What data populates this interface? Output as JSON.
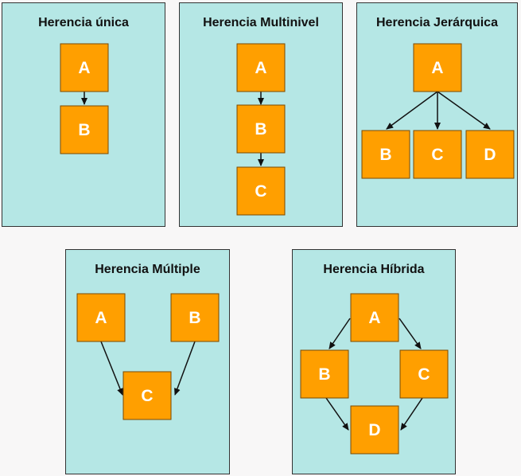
{
  "colors": {
    "panel_fill": "#b5e7e5",
    "node_fill": "#ff9f00",
    "node_stroke": "#7a4a00",
    "edge": "#111111",
    "background": "#f8f7f7"
  },
  "panels": {
    "single": {
      "title": "Herencia única",
      "nodes": {
        "a": "A",
        "b": "B"
      },
      "edges": [
        [
          "A",
          "B"
        ]
      ]
    },
    "multilevel": {
      "title": "Herencia Multinivel",
      "nodes": {
        "a": "A",
        "b": "B",
        "c": "C"
      },
      "edges": [
        [
          "A",
          "B"
        ],
        [
          "B",
          "C"
        ]
      ]
    },
    "hierarchical": {
      "title": "Herencia Jerárquica",
      "nodes": {
        "a": "A",
        "b": "B",
        "c": "C",
        "d": "D"
      },
      "edges": [
        [
          "A",
          "B"
        ],
        [
          "A",
          "C"
        ],
        [
          "A",
          "D"
        ]
      ]
    },
    "multiple": {
      "title": "Herencia Múltiple",
      "nodes": {
        "a": "A",
        "b": "B",
        "c": "C"
      },
      "edges": [
        [
          "A",
          "C"
        ],
        [
          "B",
          "C"
        ]
      ]
    },
    "hybrid": {
      "title": "Herencia Híbrida",
      "nodes": {
        "a": "A",
        "b": "B",
        "c": "C",
        "d": "D"
      },
      "edges": [
        [
          "A",
          "B"
        ],
        [
          "A",
          "C"
        ],
        [
          "B",
          "D"
        ],
        [
          "C",
          "D"
        ]
      ]
    }
  }
}
